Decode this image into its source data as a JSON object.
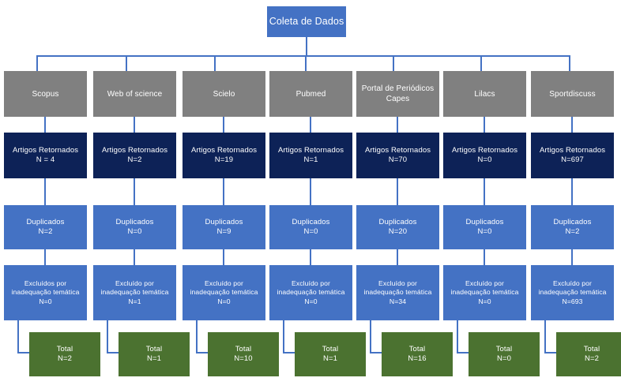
{
  "diagram": {
    "title": "Coleta de Dados",
    "root": {
      "label": "Coleta de Dados"
    },
    "row_labels": {
      "returned": "Artigos Retornados",
      "duplicates": "Duplicados",
      "excluded_plural": "Excluídos por",
      "excluded_singular": "Excluído por",
      "excluded_line2": "inadequação temática",
      "total": "Total"
    },
    "colors": {
      "root": "#4472c4",
      "source": "#808080",
      "returned": "#0d2257",
      "duplicates": "#4472c4",
      "excluded": "#4472c4",
      "total": "#4b7230",
      "connector": "#4472c4"
    },
    "columns": [
      {
        "source": "Scopus",
        "returned_label": "Artigos Retornados",
        "returned_n": "N = 4",
        "dup_label": "Duplicados",
        "dup_n": "N=2",
        "excl_line1": "Excluídos por",
        "excl_line2": "inadequação temática",
        "excl_n": "N=0",
        "total_label": "Total",
        "total_n": "N=2"
      },
      {
        "source": "Web of science",
        "returned_label": "Artigos Retornados",
        "returned_n": "N=2",
        "dup_label": "Duplicados",
        "dup_n": "N=0",
        "excl_line1": "Excluído por",
        "excl_line2": "inadequação temática",
        "excl_n": "N=1",
        "total_label": "Total",
        "total_n": "N=1"
      },
      {
        "source": "Scielo",
        "returned_label": "Artigos Retornados",
        "returned_n": "N=19",
        "dup_label": "Duplicados",
        "dup_n": "N=9",
        "excl_line1": "Excluído por",
        "excl_line2": "inadequação temática",
        "excl_n": "N=0",
        "total_label": "Total",
        "total_n": "N=10"
      },
      {
        "source": "Pubmed",
        "returned_label": "Artigos Retornados",
        "returned_n": "N=1",
        "dup_label": "Duplicados",
        "dup_n": "N=0",
        "excl_line1": "Excluído por",
        "excl_line2": "inadequação temática",
        "excl_n": "N=0",
        "total_label": "Total",
        "total_n": "N=1"
      },
      {
        "source": "Portal de Periódicos Capes",
        "source_line1": "Portal de Periódicos",
        "source_line2": "Capes",
        "returned_label": "Artigos Retornados",
        "returned_n": "N=70",
        "dup_label": "Duplicados",
        "dup_n": "N=20",
        "excl_line1": "Excluído por",
        "excl_line2": "inadequação temática",
        "excl_n": "N=34",
        "total_label": "Total",
        "total_n": "N=16"
      },
      {
        "source": "Lilacs",
        "returned_label": "Artigos Retornados",
        "returned_n": "N=0",
        "dup_label": "Duplicados",
        "dup_n": "N=0",
        "excl_line1": "Excluído por",
        "excl_line2": "inadequação temática",
        "excl_n": "N=0",
        "total_label": "Total",
        "total_n": "N=0"
      },
      {
        "source": "Sportdiscuss",
        "returned_label": "Artigos Retornados",
        "returned_n": "N=697",
        "dup_label": "Duplicados",
        "dup_n": "N=2",
        "excl_line1": "Excluído por",
        "excl_line2": "inadequação temática",
        "excl_n": "N=693",
        "total_label": "Total",
        "total_n": "N=2"
      }
    ]
  }
}
